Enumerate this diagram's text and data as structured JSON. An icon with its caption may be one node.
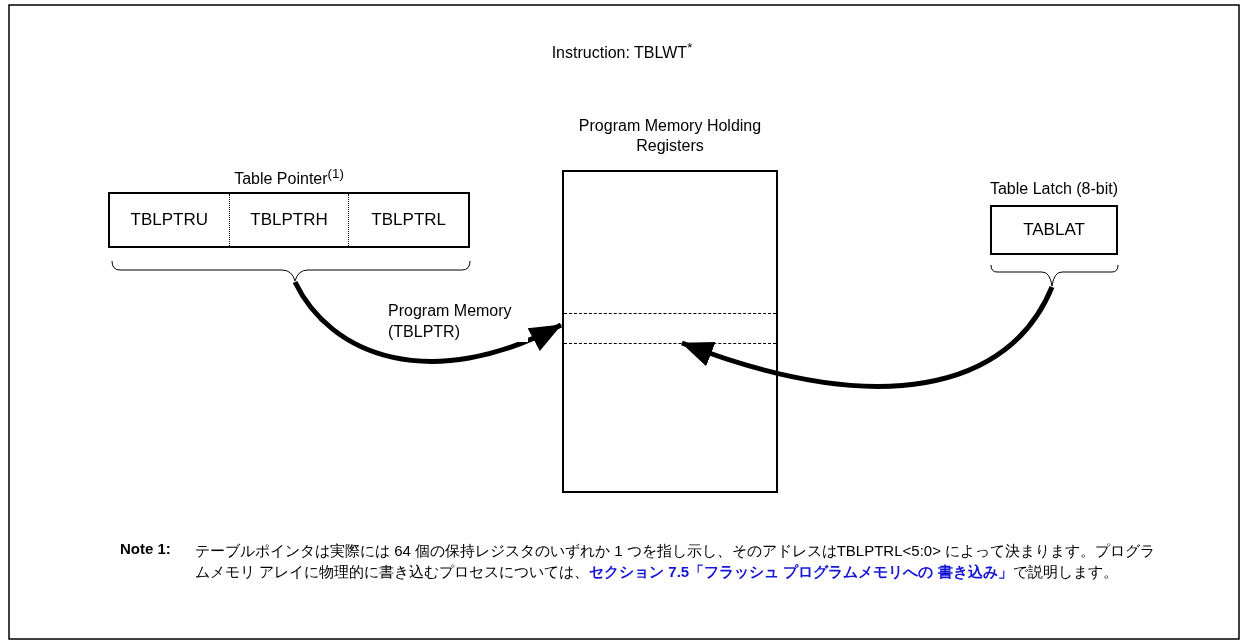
{
  "diagram": {
    "title": "Instruction: TBLWT$^{*}$",
    "nodes": [
      {
        "text": [
          "Table Pointer$^{(1)}$"
        ]
      },
      {
        "text": [
          "TBLPTRU"
        ],
        "in": 0
      },
      {
        "text": [
          "TBLPTRH"
        ],
        "in": 0
      },
      {
        "text": [
          "TBLPTRL"
        ],
        "in": 0
      },
      {
        "text": [
          "Program Memory Holding Registers"
        ]
      },
      {
        "text": [],
        "shape": "box",
        "in": 4
      },
      {
        "text": [
          "Table Latch (8-bit)",
          "TABLAT"
        ]
      }
    ],
    "edges": [
      {
        "from": 0,
        "to": 5,
        "arrow": "to",
        "label": "Program Memory (TBLPTR)"
      },
      {
        "from": 6,
        "to": 5,
        "arrow": "to"
      }
    ],
    "labels": [
      "Note 1:",
      "テーブルポインタは実際には 64 個の保持レジスタのいずれか 1 つを指し示し、そのアドレスはTBLPTRL<5:0> によって決まります。プログラムメモリ アレイに物理的に書き込むプロセスについては、**セクション 7.5「フラッシュ プログラムメモリへの 書き込み」**で説明します。"
    ]
  }
}
